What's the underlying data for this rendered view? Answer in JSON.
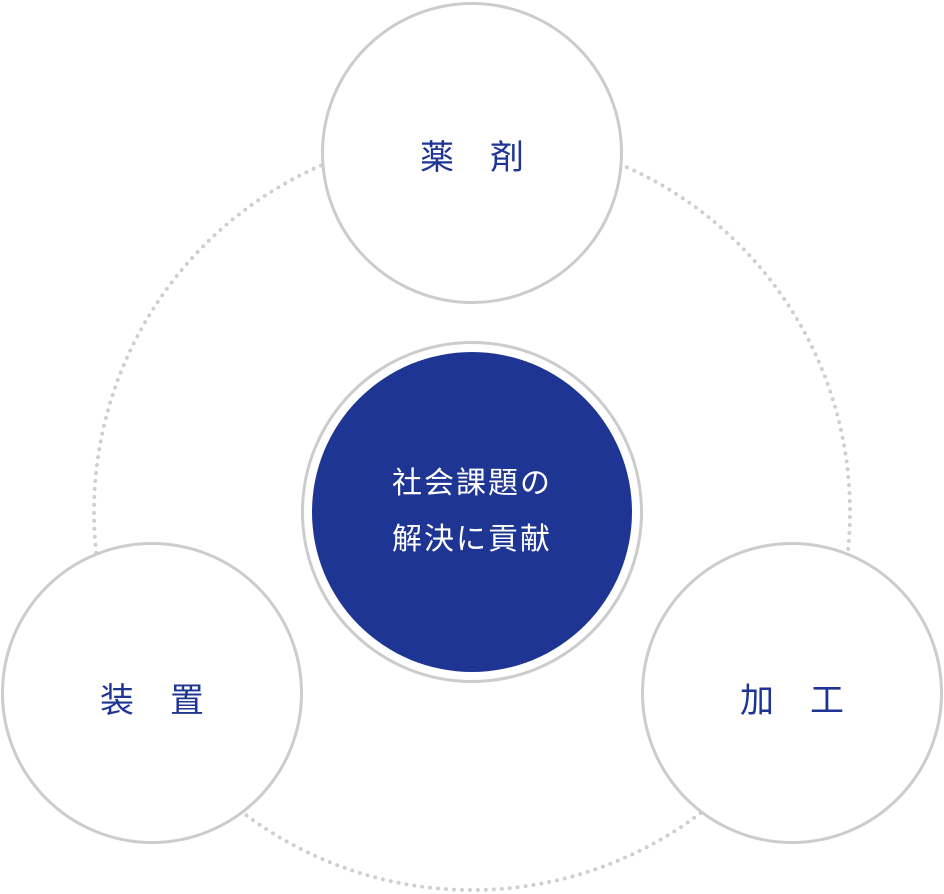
{
  "nodes": {
    "top": "薬剤",
    "left": "装置",
    "right": "加工"
  },
  "center": {
    "line1": "社会課題の",
    "line2": "解決に貢献"
  },
  "colors": {
    "primary": "#1f3593",
    "outline": "#cccccc",
    "orbit": "#cfcfcf",
    "background": "#ffffff"
  }
}
